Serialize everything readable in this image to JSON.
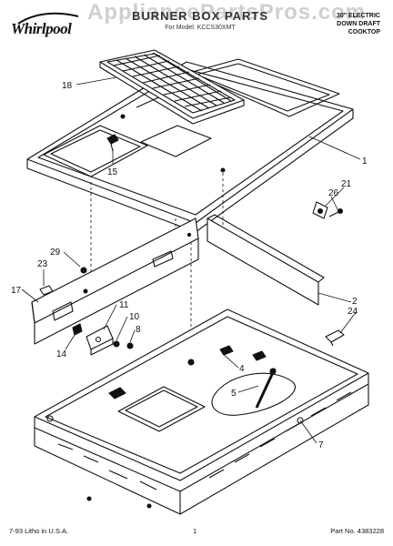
{
  "header": {
    "brand": "Whirlpool",
    "watermark": "AppliancePartsPros.com",
    "title": "BURNER BOX PARTS",
    "subtitle": "For Model: KCCS30XMT",
    "model_desc": [
      "30\" ELECTRIC",
      "DOWN DRAFT",
      "COOKTOP"
    ]
  },
  "callouts": [
    {
      "id": "c18",
      "label": "18"
    },
    {
      "id": "c15",
      "label": "15"
    },
    {
      "id": "c1",
      "label": "1"
    },
    {
      "id": "c21",
      "label": "21"
    },
    {
      "id": "c26",
      "label": "26"
    },
    {
      "id": "c29",
      "label": "29"
    },
    {
      "id": "c23",
      "label": "23"
    },
    {
      "id": "c17",
      "label": "17"
    },
    {
      "id": "c11",
      "label": "11"
    },
    {
      "id": "c10",
      "label": "10"
    },
    {
      "id": "c8",
      "label": "8"
    },
    {
      "id": "c14",
      "label": "14"
    },
    {
      "id": "c2",
      "label": "2"
    },
    {
      "id": "c24",
      "label": "24"
    },
    {
      "id": "c4",
      "label": "4"
    },
    {
      "id": "c5",
      "label": "5"
    },
    {
      "id": "c7",
      "label": "7"
    }
  ],
  "footer": {
    "left": "7-93   Litho in U.S.A.",
    "center": "1",
    "right": "Part No. 4383228"
  }
}
